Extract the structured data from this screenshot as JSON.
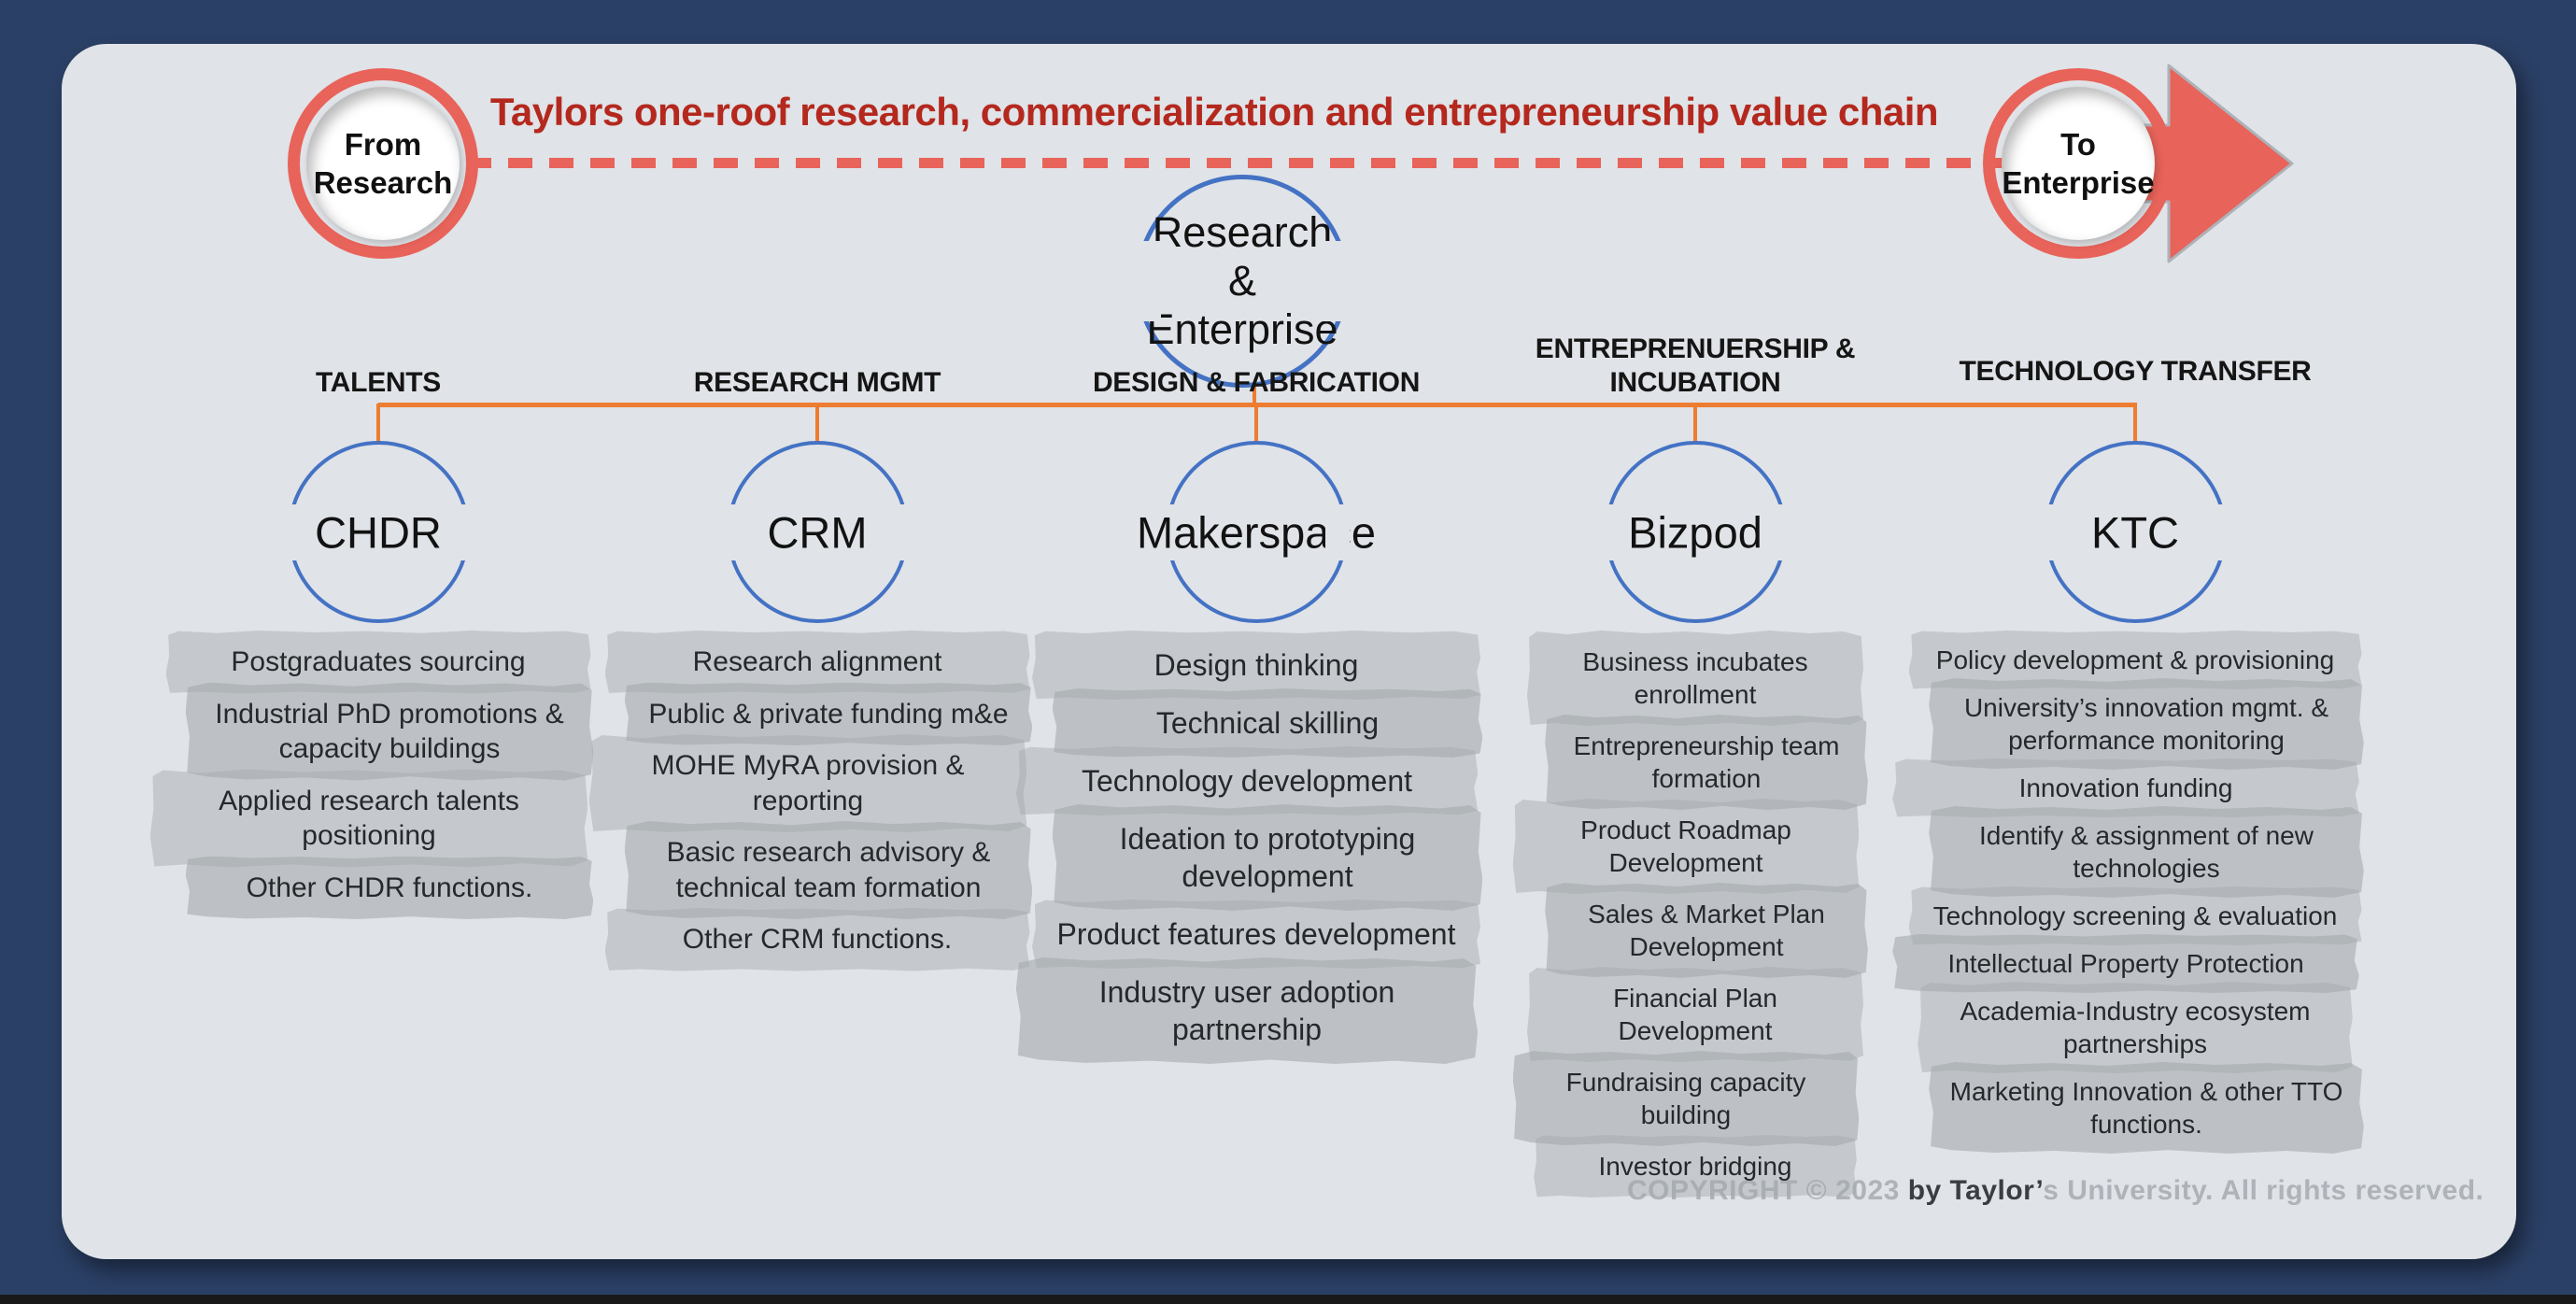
{
  "colors": {
    "background_navy": "#2B4066",
    "panel_gray": "#E0E3E7",
    "accent_salmon": "#E8635A",
    "title_red": "#B4281E",
    "connector_orange": "#ED7D31",
    "node_blue": "#4472C4",
    "item_box_gray": "#C8CBCF"
  },
  "banner": {
    "title": "Taylors one-roof research, commercialization and entrepreneurship value chain",
    "from_label": "From Research",
    "to_label": "To Enterprise",
    "arrow_icon": "arrow-right-icon"
  },
  "root_node": {
    "label": "Research & Enterprise"
  },
  "columns": [
    {
      "category": "TALENTS",
      "node": "CHDR",
      "items": [
        "Postgraduates sourcing",
        "Industrial PhD promotions & capacity buildings",
        "Applied research talents positioning",
        "Other CHDR functions."
      ]
    },
    {
      "category": "RESEARCH MGMT",
      "node": "CRM",
      "items": [
        "Research alignment",
        "Public & private funding m&e",
        "MOHE MyRA provision & reporting",
        "Basic research advisory & technical team formation",
        "Other CRM functions."
      ]
    },
    {
      "category": "DESIGN & FABRICATION",
      "node": "Makerspace",
      "items": [
        "Design thinking",
        "Technical skilling",
        "Technology development",
        "Ideation to prototyping development",
        "Product features development",
        "Industry user adoption partnership"
      ]
    },
    {
      "category": "ENTREPRENUERSHIP & INCUBATION",
      "node": "Bizpod",
      "items": [
        "Business incubates enrollment",
        "Entrepreneurship team formation",
        "Product Roadmap Development",
        "Sales & Market Plan Development",
        "Financial Plan Development",
        "Fundraising capacity building",
        "Investor bridging"
      ]
    },
    {
      "category": "TECHNOLOGY TRANSFER",
      "node": "KTC",
      "items": [
        "Policy development & provisioning",
        "University’s innovation mgmt. & performance monitoring",
        "Innovation funding",
        "Identify & assignment of new technologies",
        "Technology screening & evaluation",
        "Intellectual Property Protection",
        "Academia-Industry ecosystem partnerships",
        "Marketing Innovation & other TTO functions."
      ]
    }
  ],
  "footer": {
    "copyright_part1": "COPYRIGHT © 2023 ",
    "copyright_part2": "by Taylor’",
    "copyright_part3": "s University. All rights reserved."
  }
}
